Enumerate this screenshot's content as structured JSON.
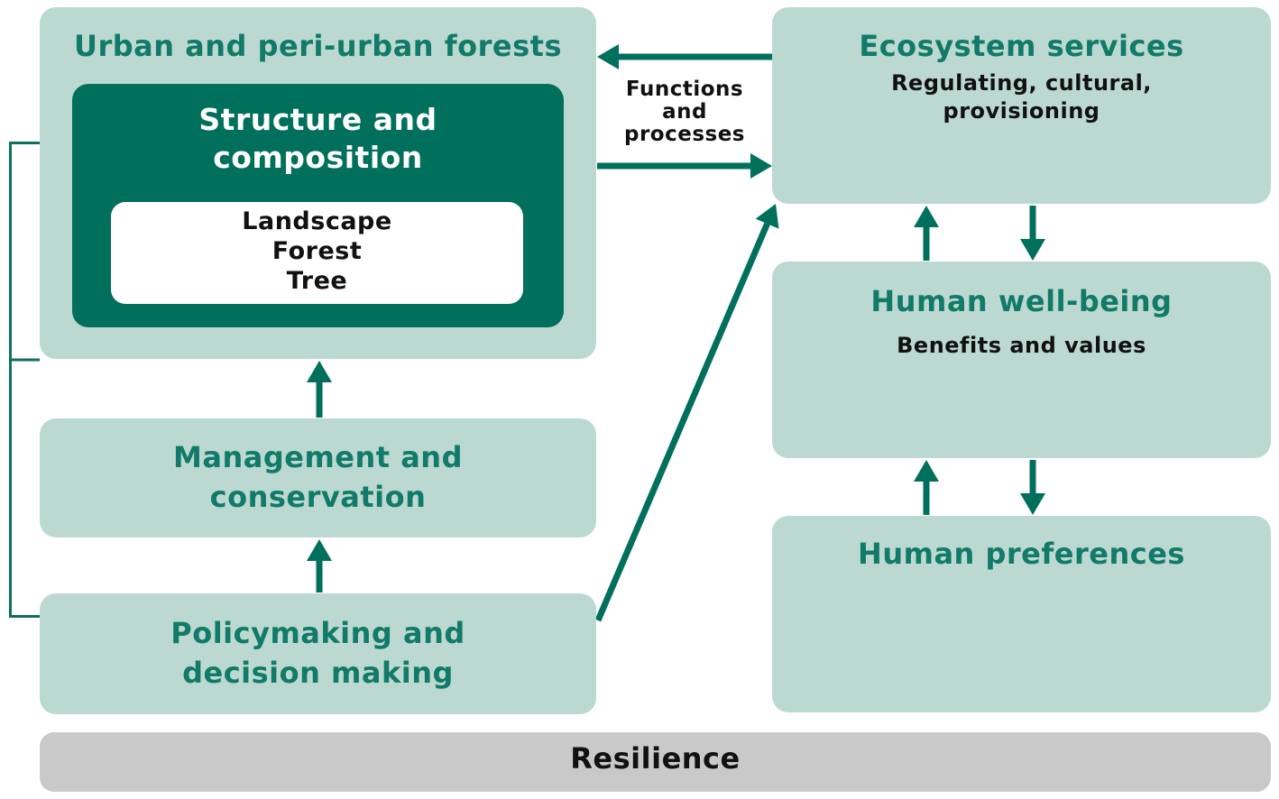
{
  "nodes": {
    "forests": {
      "title": "Urban and peri-urban forests"
    },
    "structure": {
      "title_line1": "Structure and",
      "title_line2": "composition",
      "levels": [
        "Landscape",
        "Forest",
        "Tree"
      ]
    },
    "management": {
      "title_line1": "Management and",
      "title_line2": "conservation"
    },
    "policy": {
      "title_line1": "Policymaking and",
      "title_line2": "decision making"
    },
    "ecosystem": {
      "title": "Ecosystem services",
      "sub_line1": "Regulating, cultural,",
      "sub_line2": "provisioning"
    },
    "wellbeing": {
      "title": "Human well-being",
      "sub": "Benefits and values"
    },
    "preferences": {
      "title": "Human preferences"
    },
    "resilience": {
      "title": "Resilience"
    }
  },
  "edges": {
    "functions": {
      "line1": "Functions",
      "line2": "and",
      "line3": "processes"
    }
  },
  "colors": {
    "accent": "#006f5c",
    "title_text": "#117a68",
    "box_fill": "#bcd9d1",
    "bar_fill": "#c9c9c9"
  }
}
